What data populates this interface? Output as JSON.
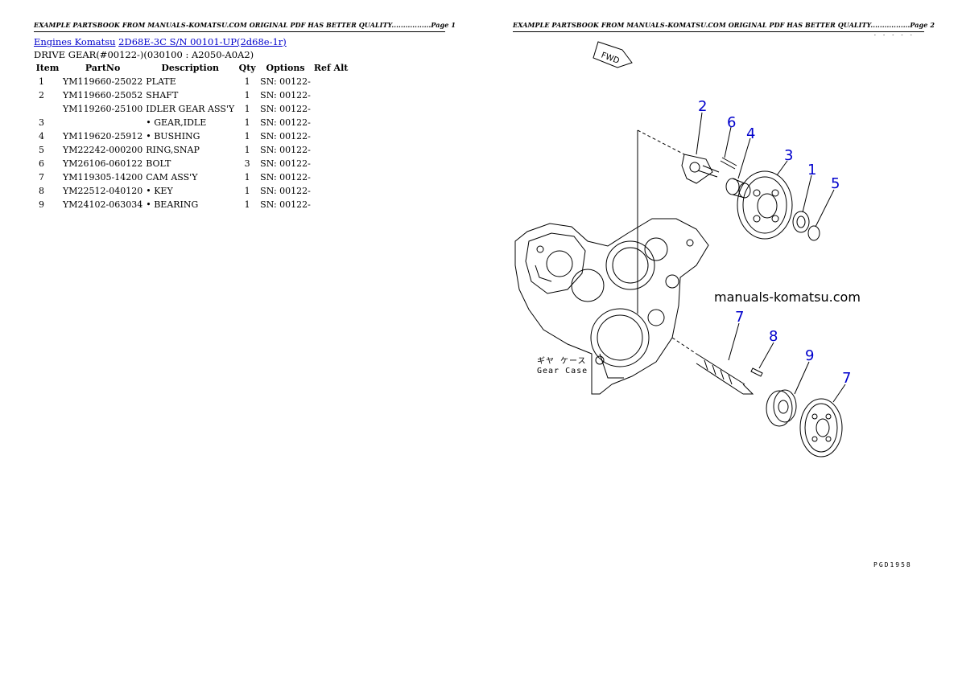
{
  "pages": [
    {
      "header": "EXAMPLE PARTSBOOK FROM MANUALS-KOMATSU.COM ORIGINAL PDF HAS BETTER QUALITY.................Page 1"
    },
    {
      "header": "EXAMPLE PARTSBOOK FROM MANUALS-KOMATSU.COM ORIGINAL PDF HAS BETTER QUALITY.................Page 2"
    }
  ],
  "breadcrumb": {
    "link1": "Engines Komatsu",
    "link2": "2D68E-3C S/N 00101-UP(2d68e-1r)"
  },
  "subtitle": "DRIVE GEAR(#00122-)(030100 : A2050-A0A2)",
  "table": {
    "headers": [
      "Item",
      "PartNo",
      "Description",
      "Qty",
      "Options",
      "Ref Alt"
    ],
    "rows": [
      {
        "item": "1",
        "partno": "YM119660-25022",
        "desc": "PLATE",
        "qty": "1",
        "options": "SN: 00122-"
      },
      {
        "item": "2",
        "partno": "YM119660-25052",
        "desc": "SHAFT",
        "qty": "1",
        "options": "SN: 00122-"
      },
      {
        "item": "",
        "partno": "YM119260-25100",
        "desc": "IDLER GEAR ASS'Y",
        "qty": "1",
        "options": "SN: 00122-"
      },
      {
        "item": "3",
        "partno": "",
        "desc": "• GEAR,IDLE",
        "qty": "1",
        "options": "SN: 00122-"
      },
      {
        "item": "4",
        "partno": "YM119620-25912",
        "desc": "• BUSHING",
        "qty": "1",
        "options": "SN: 00122-"
      },
      {
        "item": "5",
        "partno": "YM22242-000200",
        "desc": "RING,SNAP",
        "qty": "1",
        "options": "SN: 00122-"
      },
      {
        "item": "6",
        "partno": "YM26106-060122",
        "desc": "BOLT",
        "qty": "3",
        "options": "SN: 00122-"
      },
      {
        "item": "7",
        "partno": "YM119305-14200",
        "desc": "CAM ASS'Y",
        "qty": "1",
        "options": "SN: 00122-"
      },
      {
        "item": "8",
        "partno": "YM22512-040120",
        "desc": "• KEY",
        "qty": "1",
        "options": "SN: 00122-"
      },
      {
        "item": "9",
        "partno": "YM24102-063034",
        "desc": "• BEARING",
        "qty": "1",
        "options": "SN: 00122-"
      }
    ]
  },
  "diagram": {
    "watermark": "manuals-komatsu.com",
    "fwd_label": "FWD",
    "gear_case_jp": "ギヤ ケース",
    "gear_case_en": "Gear Case",
    "callouts": [
      "2",
      "6",
      "4",
      "3",
      "1",
      "5",
      "7",
      "8",
      "9",
      "7"
    ],
    "figure_code": "PGD1958",
    "top_code": "- - - - -"
  },
  "colors": {
    "link": "#0000cc",
    "callout": "#0000cc"
  }
}
